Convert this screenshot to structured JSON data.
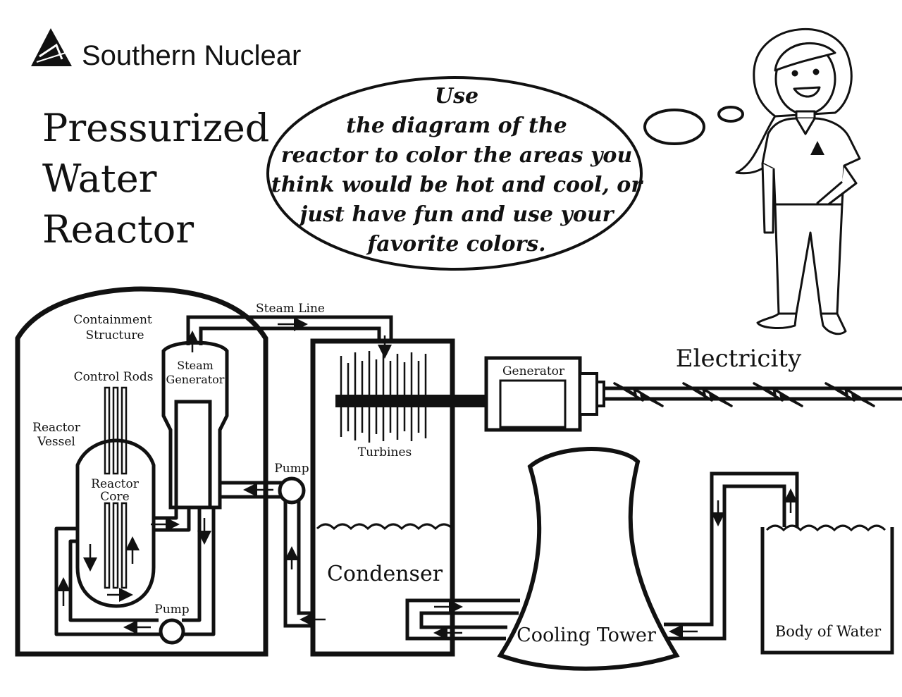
{
  "brand": {
    "name": "Southern Nuclear"
  },
  "title": {
    "line1": "Pressurized",
    "line2": "Water",
    "line3": "Reactor"
  },
  "bubble": {
    "lines": [
      "Use",
      "the diagram of the",
      "reactor to color the areas you",
      "think would be hot and cool, or",
      "just have fun and use your",
      "favorite colors."
    ]
  },
  "labels": {
    "containment_1": "Containment",
    "containment_2": "Structure",
    "control_rods": "Control Rods",
    "reactor_vessel_1": "Reactor",
    "reactor_vessel_2": "Vessel",
    "reactor_core_1": "Reactor",
    "reactor_core_2": "Core",
    "steam_generator_1": "Steam",
    "steam_generator_2": "Generator",
    "steam_line": "Steam Line",
    "pump_1": "Pump",
    "pump_2": "Pump",
    "turbines": "Turbines",
    "generator": "Generator",
    "electricity": "Electricity",
    "condenser": "Condenser",
    "cooling_tower": "Cooling Tower",
    "body_of_water": "Body of Water"
  }
}
